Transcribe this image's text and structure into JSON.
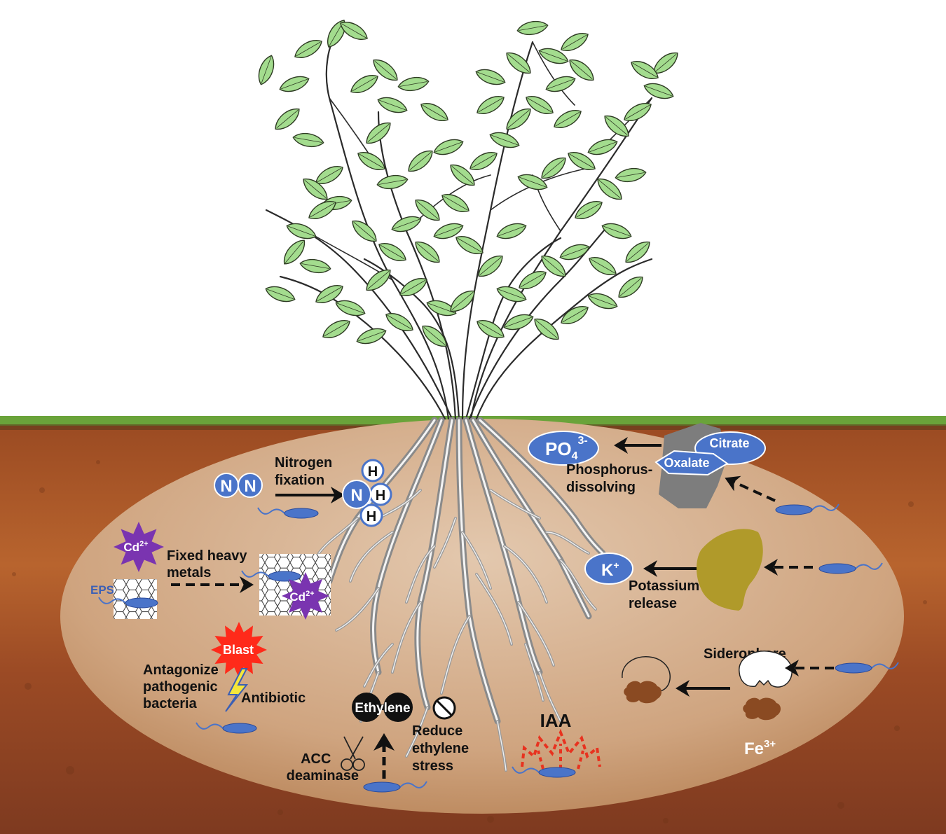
{
  "colors": {
    "leaf": "#a3dc8e",
    "leaf_edge": "#2d3a22",
    "soil_top": "#9c4a22",
    "soil_mid": "#b5602c",
    "soil_deep": "#8a4226",
    "grass": "#6aa33a",
    "ellipse": "#d7b596",
    "root": "#9a9a9a",
    "bacteria": "#4a74c9",
    "label_blue": "#3b5fb5",
    "arrow": "#111111",
    "cadmium": "#7a34b0",
    "blast": "#ff2a1a",
    "iaa_red": "#e8321f",
    "rock": "#7d7d7d",
    "potassium_mineral": "#b09a2a",
    "iron": "#8a4a22"
  },
  "labels": {
    "nitrogen_fixation": [
      "Nitrogen",
      "fixation"
    ],
    "n_atom": "N",
    "h_atom": "H",
    "cd_ion": "Cd",
    "cd_charge": "2+",
    "fixed_heavy_metals": [
      "Fixed heavy",
      "metals"
    ],
    "eps": "EPS",
    "blast": "Blast",
    "antagonize": [
      "Antagonize",
      "pathogenic",
      "bacteria"
    ],
    "antibiotic": "Antibiotic",
    "ethylene": "Ethylene",
    "reduce_ethylene": [
      "Reduce",
      "ethylene",
      "stress"
    ],
    "acc_deaminase": [
      "ACC",
      "deaminase"
    ],
    "iaa": "IAA",
    "phosphate": "PO",
    "phosphate_sub": "4",
    "phosphate_sup": "3-",
    "citrate": "Citrate",
    "oxalate": "Oxalate",
    "phosphorus_dissolving": [
      "Phosphorus-",
      "dissolving"
    ],
    "potassium": "K",
    "potassium_sup": "+",
    "potassium_release": [
      "Potassium",
      "release"
    ],
    "siderophore": "Siderophore",
    "iron": "Fe",
    "iron_sup": "3+"
  }
}
